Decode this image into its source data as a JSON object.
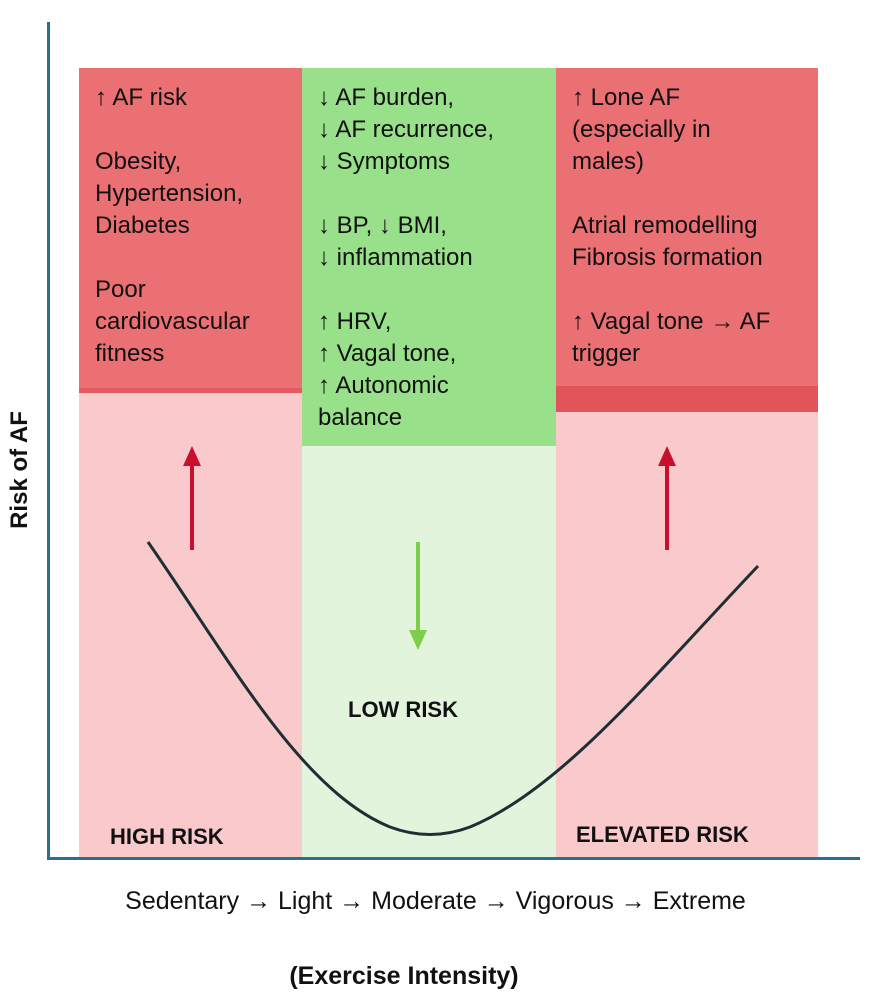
{
  "zones": {
    "left": {
      "heading": "↑ AF risk",
      "group1": [
        "Obesity,",
        "Hypertension,",
        "Diabetes"
      ],
      "group2": [
        "Poor",
        "cardiovascular",
        "fitness"
      ],
      "label": "HIGH RISK"
    },
    "middle": {
      "group1": [
        "↓ AF burden,",
        "↓ AF recurrence,",
        "↓ Symptoms"
      ],
      "group2": [
        "↓ BP, ↓ BMI,",
        "↓ inflammation"
      ],
      "group3": [
        "↑ HRV,",
        "↑ Vagal tone,",
        "↑ Autonomic",
        "balance"
      ],
      "label": "LOW RISK"
    },
    "right": {
      "group1": [
        "↑ Lone AF",
        "(especially in",
        "males)"
      ],
      "group2": [
        "Atrial remodelling",
        "Fibrosis formation"
      ],
      "group3": [
        "↑ Vagal tone → AF",
        "trigger"
      ],
      "label": "ELEVATED RISK"
    }
  },
  "axes": {
    "y_label": "Risk of AF",
    "x_label": "Sedentary → Light → Moderate → Vigorous → Extreme",
    "x_sublabel": "(Exercise Intensity)"
  },
  "colors": {
    "risk_red": "#ea7074",
    "risk_red_light": "#f9c9cc",
    "low_green": "#98e08a",
    "low_green_light": "#e2f5dc",
    "arrow_up": "#c8102e",
    "arrow_down": "#7ccf4a",
    "axis": "#2a6f8f",
    "curve": "#1e2f33"
  },
  "icons": {
    "left_arrow": "arrow-up-icon",
    "middle_arrow": "arrow-down-icon",
    "right_arrow": "arrow-up-icon"
  }
}
